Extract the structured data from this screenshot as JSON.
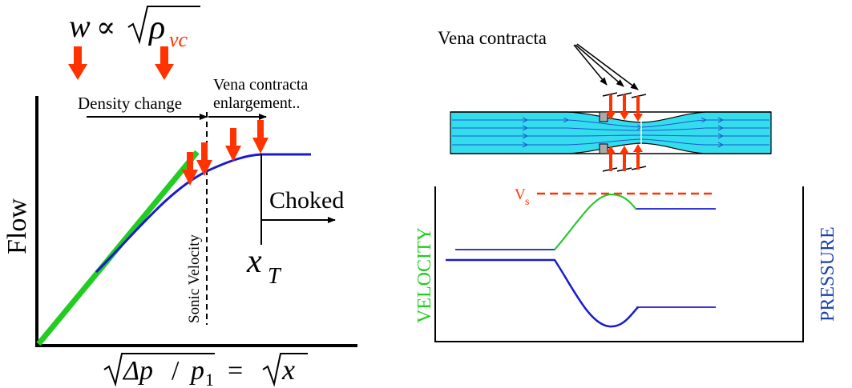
{
  "left_diagram": {
    "formula_top": {
      "w": "w",
      "propto": "∝",
      "rho": "ρ",
      "sub": "vc"
    },
    "density_change": "Density change",
    "vena_contracta_line1": "Vena contracta",
    "vena_contracta_line2": "enlargement..",
    "sonic_velocity": "Sonic Velocity",
    "choked": "Choked",
    "xt_main": "x",
    "xt_sub": "T",
    "flow_label": "Flow",
    "bottom_formula": {
      "delta_p": "Δp",
      "slash": "/",
      "p": "p",
      "p_sub": "1",
      "equals": "=",
      "x": "x"
    }
  },
  "right_diagram": {
    "vena_contracta_label": "Vena contracta",
    "vs_main": "V",
    "vs_sub": "s",
    "velocity_label": "VELOCITY",
    "pressure_label": "PRESSURE"
  },
  "colors": {
    "accent_red": "#ff3300",
    "curve_blue": "#1a1acc",
    "line_green": "#22cc22",
    "pipe_fill": "#33ddee",
    "velocity_green": "#22cc22",
    "pressure_blue": "#1a3fb0"
  }
}
